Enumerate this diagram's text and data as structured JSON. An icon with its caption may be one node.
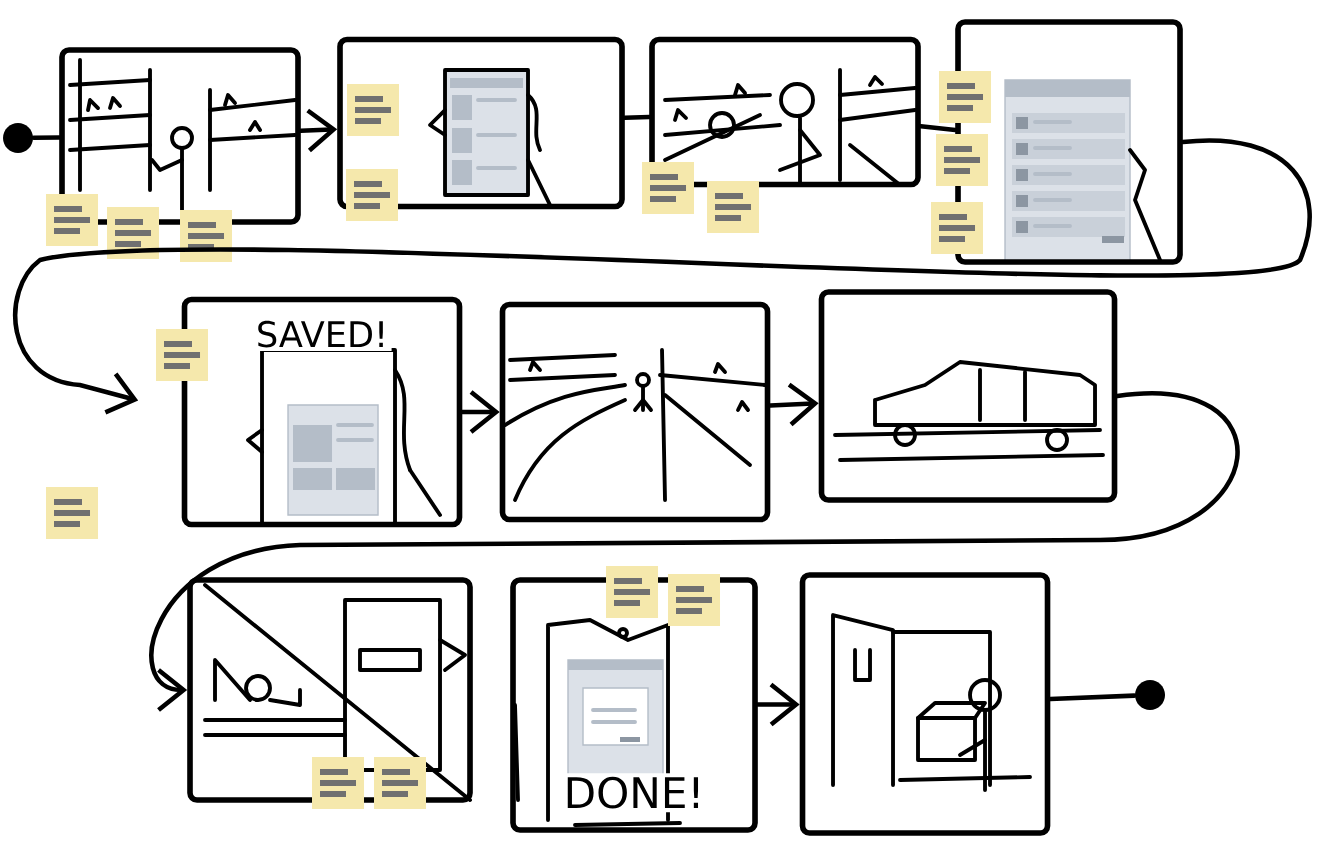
{
  "diagram": {
    "nodes": [
      {
        "text": [],
        "shape": "circle"
      },
      {
        "text": [],
        "shape": "picture"
      },
      {
        "text": [],
        "shape": "picture"
      },
      {
        "text": [],
        "shape": "picture"
      },
      {
        "text": [],
        "shape": "picture"
      },
      {
        "text": [
          "SAVED!"
        ]
      },
      {
        "text": [],
        "shape": "picture"
      },
      {
        "text": [],
        "shape": "picture"
      },
      {
        "text": [],
        "shape": "picture"
      },
      {
        "text": [
          "DONE!"
        ]
      },
      {
        "text": [],
        "shape": "picture"
      },
      {
        "text": [],
        "shape": "circle"
      }
    ],
    "edges": [
      {
        "from": 0,
        "to": 1,
        "arrow": "none"
      },
      {
        "from": 1,
        "to": 2,
        "arrow": "to"
      },
      {
        "from": 2,
        "to": 3,
        "arrow": "none"
      },
      {
        "from": 3,
        "to": 4,
        "arrow": "none"
      },
      {
        "from": 4,
        "to": 5,
        "arrow": "to"
      },
      {
        "from": 5,
        "to": 6,
        "arrow": "to"
      },
      {
        "from": 6,
        "to": 7,
        "arrow": "to"
      },
      {
        "from": 7,
        "to": 8,
        "arrow": "to"
      },
      {
        "from": 9,
        "to": 10,
        "arrow": "to"
      },
      {
        "from": 10,
        "to": 11,
        "arrow": "none"
      }
    ]
  }
}
